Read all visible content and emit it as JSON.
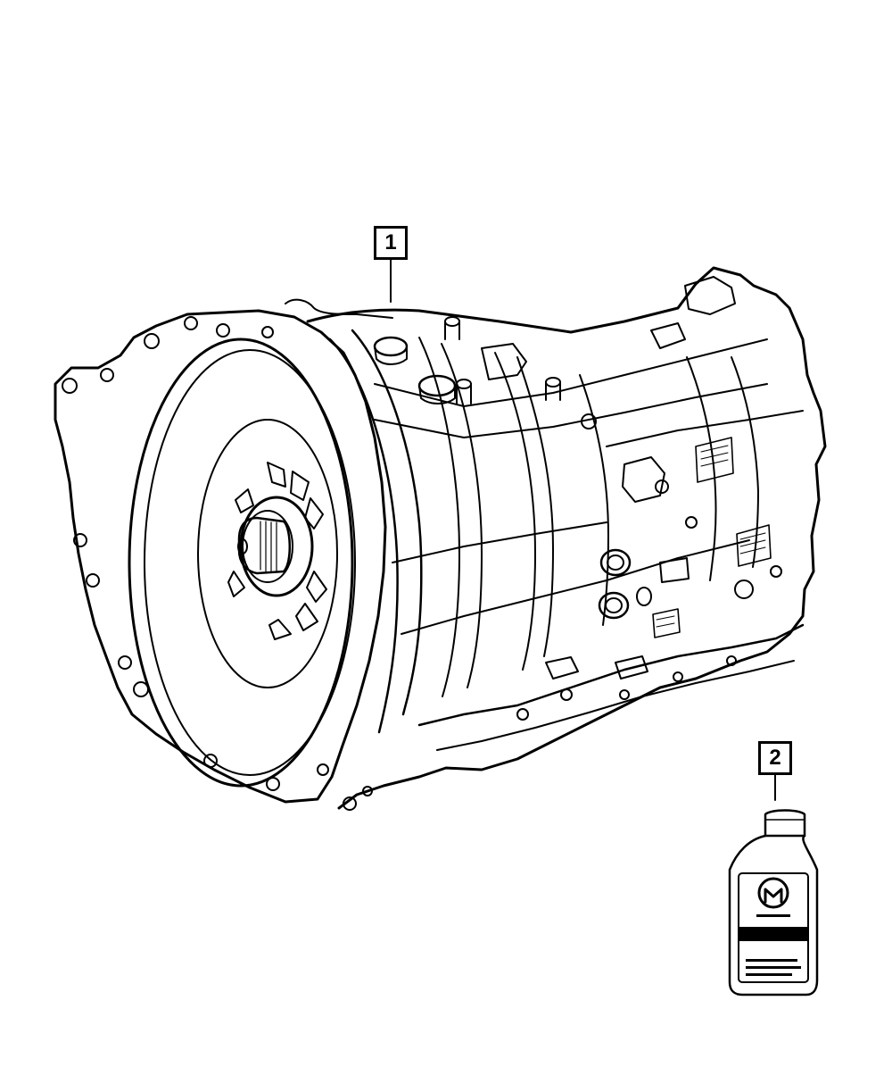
{
  "callouts": [
    {
      "number": "1",
      "part": "transmission-assembly"
    },
    {
      "number": "2",
      "part": "fluid-bottle"
    }
  ],
  "colors": {
    "ink": "#000000",
    "background": "#ffffff"
  }
}
